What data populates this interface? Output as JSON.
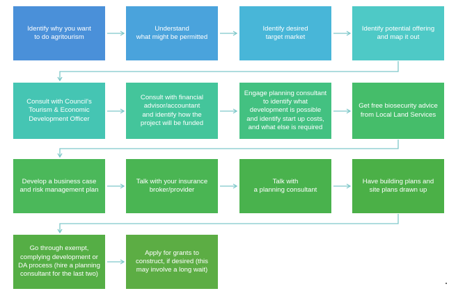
{
  "colors": {
    "step_1": "#4a90d9",
    "step_2": "#4aa3dc",
    "step_3": "#48b6d8",
    "step_4": "#4ec9c6",
    "step_5": "#45c5b3",
    "step_6": "#44c59b",
    "step_7": "#43c181",
    "step_8": "#45bd6a",
    "step_9": "#4bb85a",
    "step_10": "#4ab553",
    "step_11": "#49b24d",
    "step_12": "#4bb047",
    "step_13": "#55ae45",
    "step_14": "#5cad44",
    "arrow": "#7ec8c9"
  },
  "steps": [
    "Identify why you want\nto do agritourism",
    "Understand\nwhat might be permitted",
    "Identify desired\ntarget market",
    "Identify potential offering\nand map it out",
    "Consult with Council's\nTourism & Economic\nDevelopment Officer",
    "Consult with financial\nadvisor/accountant\nand identify how the\nproject will be funded",
    "Engage planning consultant\nto identify what\ndevelopment is possible\nand identify start up costs,\nand what else is required",
    "Get free biosecurity advice\nfrom Local Land Services",
    "Develop a business case\nand risk management plan",
    "Talk with your insurance\nbroker/provider",
    "Talk with\na planning consultant",
    "Have building plans and\nsite plans drawn up",
    "Go through exempt,\ncomplying development or\nDA process (hire a planning\nconsultant for the last two)",
    "Apply for grants to\nconstruct, if desired (this\nmay involve a long wait)"
  ]
}
